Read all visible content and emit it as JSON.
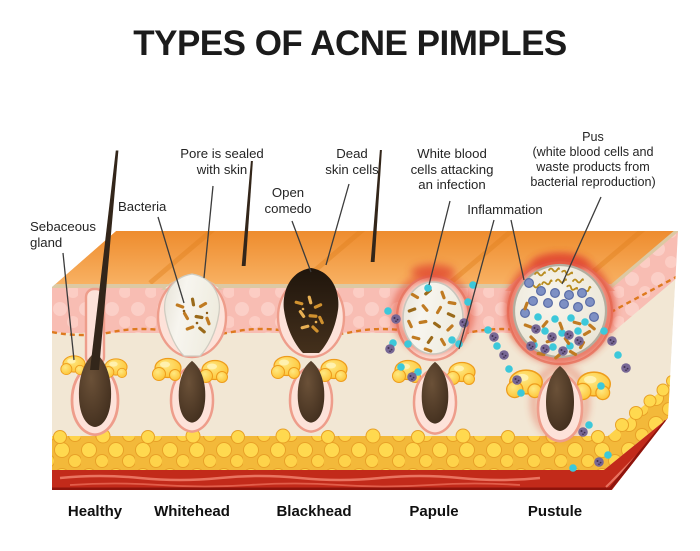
{
  "title": {
    "text": "TYPES OF ACNE PIMPLES"
  },
  "labels": {
    "sebaceous_gland": {
      "lines": [
        "Sebaceous",
        "gland"
      ]
    },
    "bacteria": {
      "text": "Bacteria"
    },
    "pore_sealed": {
      "lines": [
        "Pore is sealed",
        "with skin"
      ]
    },
    "open_comedo": {
      "lines": [
        "Open",
        "comedo"
      ]
    },
    "dead_skin_cells": {
      "lines": [
        "Dead",
        "skin cells"
      ]
    },
    "white_blood_cells": {
      "lines": [
        "White blood",
        "cells attacking",
        "an infection"
      ]
    },
    "inflammation": {
      "text": "Inflammation"
    },
    "pus": {
      "lines": [
        "Pus",
        "(white blood cells and",
        "waste products from",
        "bacterial reproduction)"
      ]
    }
  },
  "stages": [
    {
      "name": "Healthy"
    },
    {
      "name": "Whitehead"
    },
    {
      "name": "Blackhead"
    },
    {
      "name": "Papule"
    },
    {
      "name": "Pustule"
    }
  ],
  "colors": {
    "skin_surface_orange": "#f5a04a",
    "epidermis_pink": "#f8bdb3",
    "dermis_cream": "#f2e7d4",
    "fat_yellow": "#f5bc3c",
    "muscle_red": "#c22a1a",
    "follicle_brown": "#43301f",
    "sebum_yellow": "#ffd23f",
    "pus_cream": "#f0ede2",
    "white_blood_cell_blue": "#7e90c4",
    "cyan_cell": "#3cc8da",
    "bacteria_orange": "#c07b22",
    "inflammation_red": "#e14a33"
  }
}
